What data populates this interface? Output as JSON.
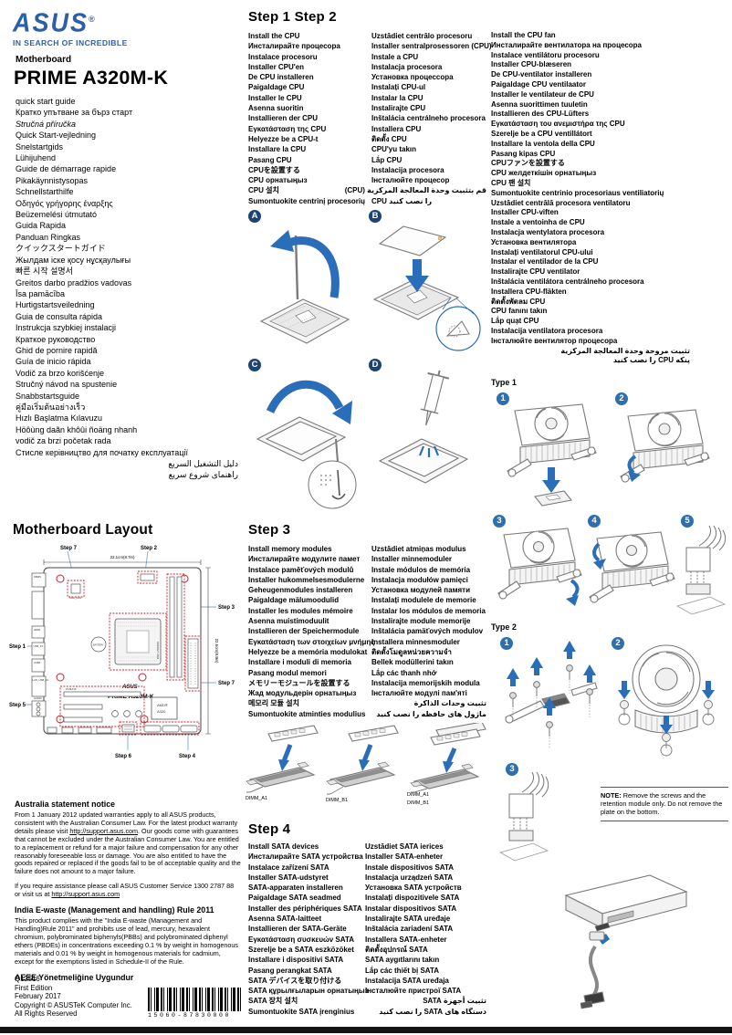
{
  "brand": {
    "logo": "ASUS",
    "reg": "®",
    "tagline": "IN SEARCH OF INCREDIBLE"
  },
  "product": {
    "category": "Motherboard",
    "name": "PRIME A320M-K"
  },
  "guide_titles": [
    "quick start guide",
    "Кратко упътване за бърз старт",
    "Stručná příručka",
    "Quick Start-vejledning",
    "Snelstartgids",
    "Lühijuhend",
    "Guide de démarrage rapide",
    "Pikakäynnistysopas",
    "Schnellstarthilfe",
    "Οδηγός γρήγορης έναρξης",
    "Beüzemelési útmutató",
    "Guida Rapida",
    "Panduan Ringkas",
    "クイックスタートガイド",
    "Жылдам іске қосу нұсқаулығы",
    "빠른 시작 설명서",
    "Greitos darbo pradžios vadovas",
    "Īsa pamācība",
    "Hurtigstartsveiledning",
    "Guia de consulta rápida",
    "Instrukcja szybkiej instalacji",
    "Краткое руководство",
    "Ghid de pornire rapidă",
    "Guía de inicio rápida",
    "Vodič za brzo korišćenje",
    "Stručný návod na spustenie",
    "Snabbstartsguide",
    "คู่มือเริ่มต้นอย่างเร็ว",
    "Hızlı Başlatma Kılavuzu",
    "Höôùng daãn khôûi ñoäng nhanh",
    "vodič za brzi početak rada",
    "Стисле керівництво для початку експлуатації",
    "دليل التشغيل السريع",
    "راهنمای شروع سریع"
  ],
  "headings": {
    "steps12": "Step 1 Step 2",
    "step3": "Step 3",
    "step4": "Step 4",
    "type1": "Type 1",
    "type2": "Type 2",
    "layout": "Motherboard Layout"
  },
  "steps12": {
    "cpu_col1": [
      "Install the CPU",
      "Инсталирайте процесора",
      "Instalace procesoru",
      "Installer CPU'en",
      "De CPU installeren",
      "Paigaldage CPU",
      "Installer le CPU",
      "Asenna suoritin",
      "Installieren der CPU",
      "Εγκατάσταση της CPU",
      "Helyezze be a CPU-t",
      "Installare la CPU",
      "Pasang CPU",
      "CPUを設置する",
      "CPU орнатыңыз",
      "CPU 설치",
      "Sumontuokite centrinį procesorių"
    ],
    "cpu_col2": [
      "Uzstādiet centrālo procesoru",
      "Installer sentralprosessoren (CPU)",
      "Instale a CPU",
      "Instalacja procesora",
      "Установка процессора",
      "Instalați CPU-ul",
      "Instalar la CPU",
      "Instalirajte CPU",
      "Inštalácia centrálneho procesora",
      "Installera CPU",
      "ติดตั้ง CPU",
      "CPU'yu takın",
      "Lắp CPU",
      "Instalacija procesora",
      "Інсталюйте процесор",
      "قم بتثبيت وحدة المعالجة المركزية (CPU)",
      "CPU را نصب كنيد"
    ],
    "fan_col": [
      "Install the CPU fan",
      "Инсталирайте вентилатора на процесора",
      "Instalace ventilátoru procesoru",
      "Installer CPU-blæseren",
      "De CPU-ventilator installeren",
      "Paigaldage CPU ventilaator",
      "Installer le ventilateur de CPU",
      "Asenna suorittimen tuuletin",
      "Installieren des CPU-Lüfters",
      "Εγκατάσταση του ανεμιστήρα της CPU",
      "Szerelje be a CPU ventillátort",
      "Installare la ventola della CPU",
      "Pasang kipas CPU",
      "CPUファンを設置する",
      "CPU желдеткішін орнатыңыз",
      "CPU 팬 설치",
      "Sumontuokite centrinio procesoriaus ventiliatorių",
      "Uzstādiet centrālā procesora ventilatoru",
      "Installer CPU-viften",
      "Instale a ventoinha de CPU",
      "Instalacja wentylatora procesora",
      "Установка вентилятора",
      "Instalați ventilatorul CPU-ului",
      "Instalar el ventilador de la CPU",
      "Instalirajte CPU ventilator",
      "Inštalácia ventilátora centrálneho procesora",
      "Installera CPU-fläkten",
      "ติดตั้งพัดลม CPU",
      "CPU fanını takın",
      "Lắp quạt CPU",
      "Instalacija ventilatora procesora",
      "Інсталюйте вентилятор процесора",
      "تثبيت مروحة وحدة المعالجة المركزية",
      "پنكه CPU را نصب كنيد"
    ]
  },
  "step3": {
    "col1": [
      "Install memory modules",
      "Инсталирайте модулите памет",
      "Instalace paměťových modulů",
      "Installer hukommelsesmodulerne",
      "Geheugenmodules installeren",
      "Paigaldage mälumoodulid",
      "Installer les modules mémoire",
      "Asenna muistimoduulit",
      "Installieren der Speichermodule",
      "Εγκατάσταση των στοιχείων μνήμης",
      "Helyezze be a memória modulokat",
      "Installare i moduli di memoria",
      "Pasang modul memori",
      "メモリーモジュールを設置する",
      "Жад модульдерін орнатыңыз",
      "메모리 모듈 설치",
      "Sumontuokite atminties modulius"
    ],
    "col2": [
      "Uzstādiet atmiņas modulus",
      "Installer minnemoduler",
      "Instale módulos de memória",
      "Instalacja modułów pamięci",
      "Установка модулей памяти",
      "Instalați modulele de memorie",
      "Instalar los módulos de memoria",
      "Instalirajte module memorije",
      "Inštalácia pamäťových modulov",
      "Installera minnesmoduler",
      "ติดตั้งโมดูลหน่วยความจำ",
      "Bellek modüllerini takın",
      "Lắp các thanh nhớ",
      "Instalacija memorijskih modula",
      "Інсталюйте модулі пам'яті",
      "تثبيت وحدات الذاكرة",
      "ماژول های حافظه را نصب كنید"
    ]
  },
  "step4": {
    "col1": [
      "Install SATA devices",
      "Инсталирайте SATA устройства",
      "Instalace zařízení SATA",
      "Installer SATA-udstyret",
      "SATA-apparaten installeren",
      "Paigaldage SATA seadmed",
      "Installer des périphériques SATA",
      "Asenna SATA-laitteet",
      "Installieren der SATA-Geräte",
      "Εγκατάσταση συσκευών SATA",
      "Szerelje be a SATA eszközöket",
      "Installare i dispositivi SATA",
      "Pasang perangkat SATA",
      "SATA デバイスを取り付ける",
      "SATA құрылғыларын орнатыңыз",
      "SATA 장치 설치",
      "Sumontuokite SATA įrenginius"
    ],
    "col2": [
      "Uzstādiet SATA ierices",
      "Installer SATA-enheter",
      "Instale dispositivos SATA",
      "Instalacja urządzeń SATA",
      "Установка SATA устройств",
      "Instalați dispozitivele SATA",
      "Instalar dispositivos SATA",
      "Instalirajte SATA uređaje",
      "Inštalácia zariadení SATA",
      "Installera SATA-enheter",
      "ติดตั้งอุปกรณ์ SATA",
      "SATA aygıtlarını takın",
      "Lắp các thiết bị SATA",
      "Instalacija SATA uređaja",
      "Інсталюйте пристрої SATA",
      "تثبيت أجهزة SATA",
      "دستگاه های SATA را نصب كنید"
    ]
  },
  "badges": {
    "letters": [
      "A",
      "B",
      "C",
      "D"
    ],
    "type1": [
      "1",
      "2",
      "3",
      "4",
      "5"
    ],
    "type2": [
      "1",
      "2",
      "3"
    ]
  },
  "dimm": {
    "a1": "DIMM_A1",
    "b1": "DIMM_B1"
  },
  "note": {
    "label": "NOTE:",
    "text": " Remove the screws and the retention module only. Do not remove the plate on the bottom."
  },
  "layout": {
    "dim_width": "22.1cm(8.7in)",
    "dim_height": "22.6cm(8.9in)",
    "callouts": {
      "step7_top": "Step 7",
      "step2": "Step 2",
      "step3": "Step 3",
      "step7_right": "Step 7",
      "step1": "Step 1",
      "step5": "Step 5",
      "step6": "Step 6",
      "step4": "Step 4"
    },
    "board_name": "PRIME A320M-K",
    "brand": "ASUS",
    "socket": "SOCKET AM4",
    "chip1": "AMD®",
    "chip2": "A320",
    "ports": [
      "KBMS",
      "HDMI",
      "USB_34",
      "USB3",
      "LAN_USB_12",
      "AUDIO"
    ],
    "cha_fan": "CHA_FAN",
    "battery": "BATTERY",
    "pciex16": "PCIEX16"
  },
  "legal": {
    "australia_heading": "Australia statement notice",
    "au_p1a": "From 1 January 2012 updated warranties apply to all ASUS products, consistent with the Australian Consumer Law. For the latest product warranty details please visit ",
    "au_link": "http://support.asus.com",
    "au_p1b": ". Our goods come with guarantees that cannot be excluded under the Australian Consumer Law. You are entitled to a replacement or refund for a major failure and compensation for any other reasonably foreseeable loss or damage. You are also entitled to have the goods repaired or replaced if the goods fail to be of acceptable quality and the failure does not amount to a major failure.",
    "au_p2a": "If you require assistance please call ASUS Customer Service 1300 2787 88 or visit us at ",
    "au_link2": "http://support.asus.com",
    "india_heading": "India E-waste (Management and handling) Rule 2011",
    "india_p": "This product complies with the \"India E-waste (Management and Handling)Rule 2011\" and prohibits use of lead, mercury, hexavalent chromium, polybrominated biphenyls(PBBs) and polybrominated diphenyl ethers (PBDEs)  in concentrations exceeding 0.1 % by weight in homogenous materials and 0.01 % by weight in homogenous materials for cadmium, except for the exemptions listed in Schedule-II of the Rule.",
    "aeee_heading": "AEEE Yönetmeliğine Uygundur"
  },
  "colophon": {
    "id": "Q12516",
    "edition": "First Edition",
    "date": "February 2017",
    "copyright": "Copyright © ASUSTeK Computer Inc.",
    "rights": "All Rights Reserved",
    "barcode": "15060-87830000"
  }
}
